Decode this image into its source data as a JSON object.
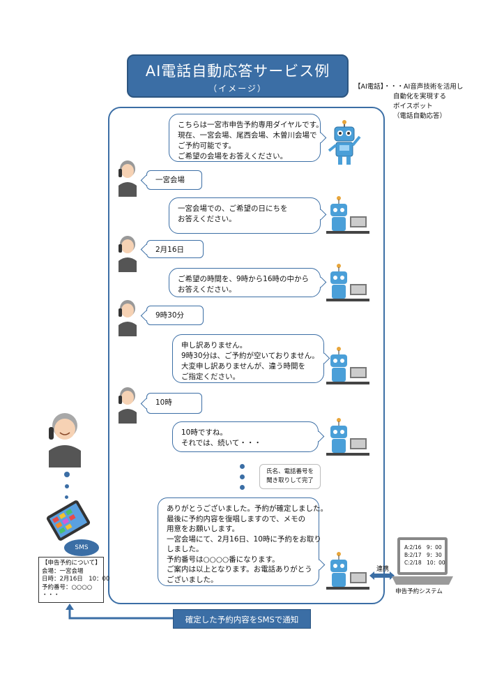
{
  "title": {
    "main": "AI電話自動応答サービス例",
    "sub": "（イメージ）"
  },
  "note": {
    "line1": "【AI電話】・・・AI音声技術を活用し",
    "line2": "自動化を実現する",
    "line3": "ボイスボット",
    "line4": "（電話自動応答）"
  },
  "bot1": [
    "こちらは一宮市申告予約専用ダイヤルです。",
    "現在、一宮会場、尾西会場、木曽川会場で",
    "ご予約可能です。",
    "ご希望の会場をお答えください。"
  ],
  "user1": "一宮会場",
  "bot2": [
    "一宮会場での、ご希望の日にちを",
    "お答えください。"
  ],
  "user2": "2月16日",
  "bot3": [
    "ご希望の時間を、9時から16時の中から",
    "お答えください。"
  ],
  "user3": "9時30分",
  "bot4": [
    "申し訳ありません。",
    "9時30分は、ご予約が空いておりません。",
    "大変申し訳ありませんが、違う時間を",
    "ご指定ください。"
  ],
  "user4": "10時",
  "bot5": [
    "10時ですね。",
    "それでは、続いて・・・"
  ],
  "skip_note": {
    "line1": "氏名、電話番号を",
    "line2": "聞き取りして完了"
  },
  "bot6": [
    "ありがとうございました。予約が確定しました。",
    "最後に予約内容を復唱しますので、メモの",
    "用意をお願いします。",
    "一宮会場にて、2月16日、10時に予約をお取り",
    "しました。",
    "予約番号は○○○○番になります。",
    "ご案内は以上となります。お電話ありがとう",
    "ございました。"
  ],
  "sms_label": "SMS",
  "sms_info": [
    "【申告予約について】",
    "会場：一宮会場",
    "日時：2月16日　10：00",
    "予約番号：○○○○",
    "・・・"
  ],
  "bottom_bar": "確定した予約内容をSMSで通知",
  "renkei": "連携",
  "system": {
    "label": "申告予約システム",
    "rows": [
      "A:2/16　9：00",
      "B:2/17　9：30",
      "C:2/18　10：00"
    ]
  },
  "colors": {
    "primary": "#3b6ea5",
    "robot": "#4a9fd8",
    "skin": "#f6d2b4",
    "suit": "#555555"
  }
}
